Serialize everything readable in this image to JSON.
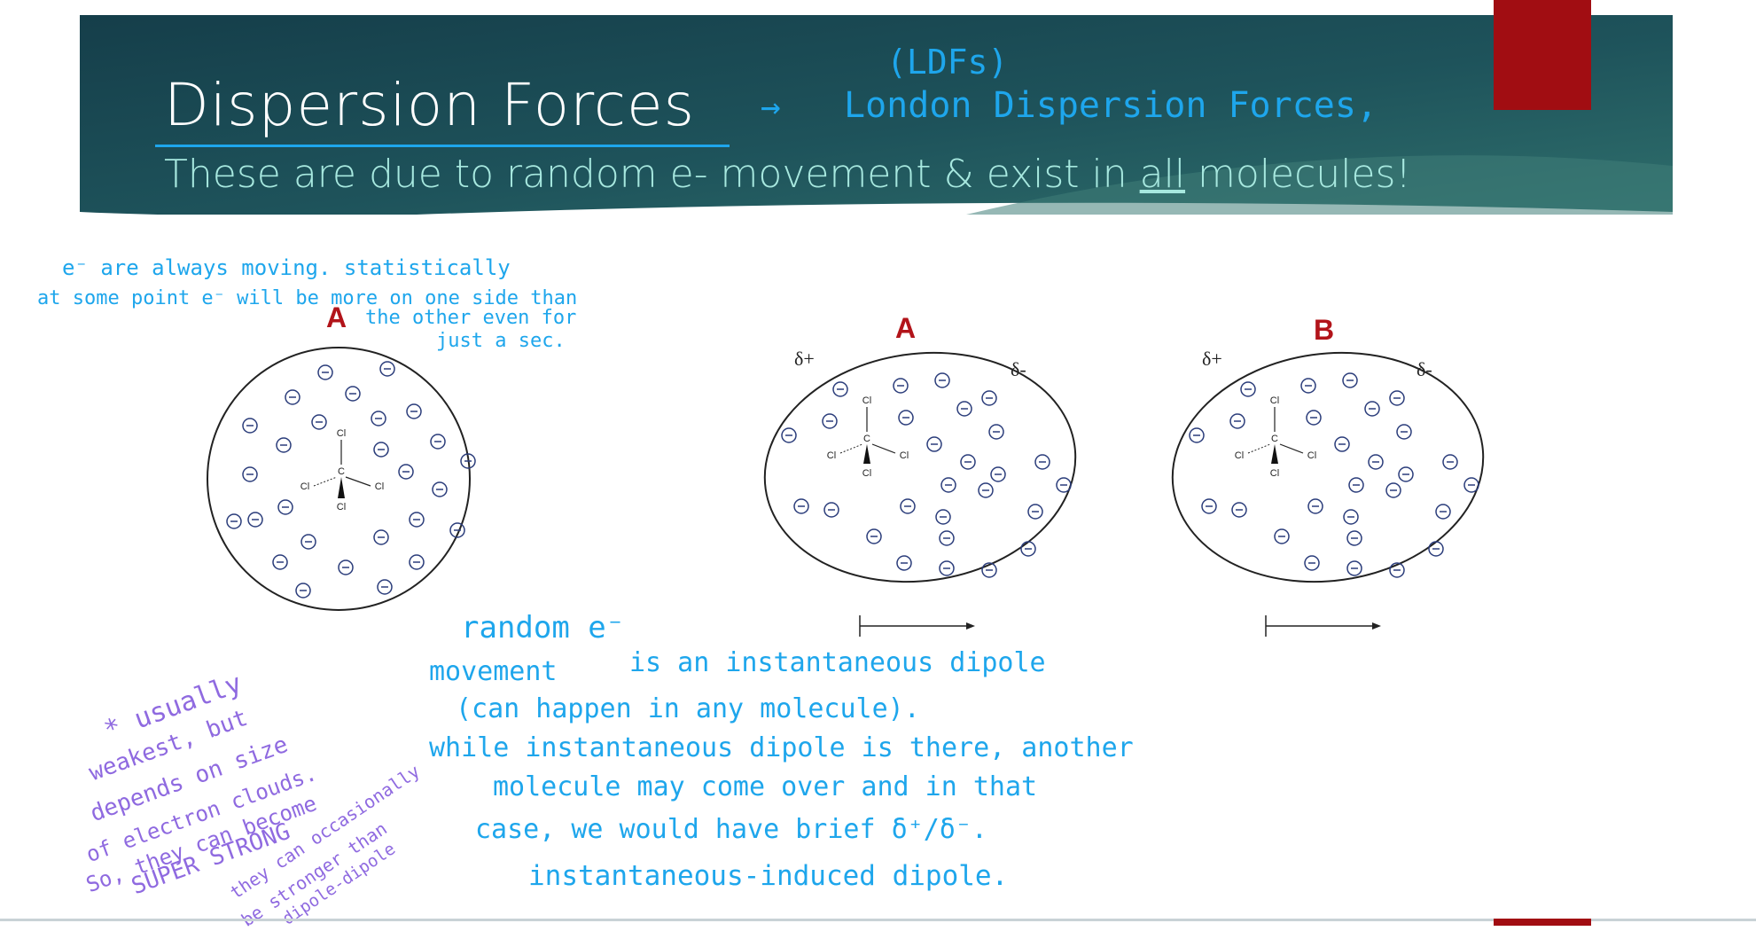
{
  "slide": {
    "title": "Dispersion Forces",
    "subtitle_pre": "These are due to random e- movement & exist in ",
    "subtitle_under": "all",
    "subtitle_post": " molecules!",
    "colors": {
      "header": "#1d4e57",
      "accent_red": "#a10d12",
      "ink_blue": "#1ea6ec",
      "ink_purple": "#8f6ae0"
    }
  },
  "annotations": {
    "arrow": "→",
    "ldfs": "(LDFs)",
    "london": "London Dispersion Forces,",
    "note1_line1": "e⁻ are always moving. statistically",
    "note1_line2": "at some point e⁻ will be more on one side than",
    "note1_line3": "the other even for",
    "note1_line4": "just a sec.",
    "random_line1": "random e⁻",
    "random_line2": "movement",
    "random_line3": "is an instantaneous dipole",
    "random_line4": "(can happen in any molecule).",
    "while_line1": "while instantaneous dipole is there, another",
    "while_line2": "molecule may come over and in that",
    "while_line3": "case, we would have brief δ⁺/δ⁻.",
    "induced": "instantaneous-induced dipole.",
    "purple_line1": "* usually",
    "purple_line2": "weakest, but",
    "purple_line3": "depends on size",
    "purple_line4": "of electron clouds.",
    "purple_line5": "So, they can become",
    "purple_line6": "SUPER STRONG",
    "purple_line7": "they can occasionally",
    "purple_line8": "be stronger than",
    "purple_line9": "dipole-dipole"
  },
  "diagrams": {
    "label_a1": "A",
    "label_a2": "A",
    "label_b": "B",
    "delta_plus": "δ+",
    "delta_minus": "δ-",
    "electron": "⊖",
    "atom_cl": "Cl",
    "atom_c": "C"
  }
}
